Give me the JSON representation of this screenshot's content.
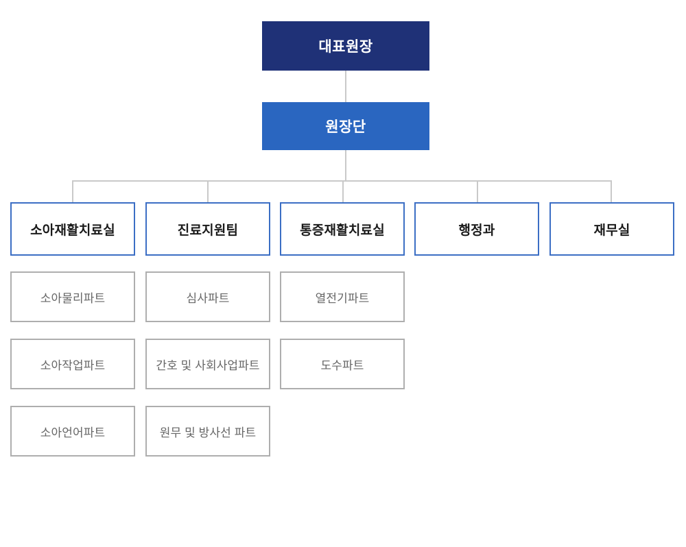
{
  "chart": {
    "type": "org-chart",
    "title": "",
    "colors": {
      "level1_fill": "#1F3177",
      "level2_fill": "#2A66C0",
      "department_border": "#3B6EC4",
      "department_text": "#1A1A1A",
      "part_border": "#AEAEAE",
      "part_text": "#666666",
      "connector": "#C9C9C9",
      "background": "#FFFFFF"
    },
    "executives": [
      {
        "label": "대표원장",
        "level": 1
      },
      {
        "label": "원장단",
        "level": 2
      }
    ],
    "departments": [
      {
        "label": "소아재활치료실",
        "parts": [
          "소아물리파트",
          "소아작업파트",
          "소아언어파트"
        ]
      },
      {
        "label": "진료지원팀",
        "parts": [
          "심사파트",
          "간호 및 사회사업파트",
          "원무 및 방사선 파트"
        ]
      },
      {
        "label": "통증재활치료실",
        "parts": [
          "열전기파트",
          "도수파트"
        ]
      },
      {
        "label": "행정과",
        "parts": []
      },
      {
        "label": "재무실",
        "parts": []
      }
    ]
  }
}
